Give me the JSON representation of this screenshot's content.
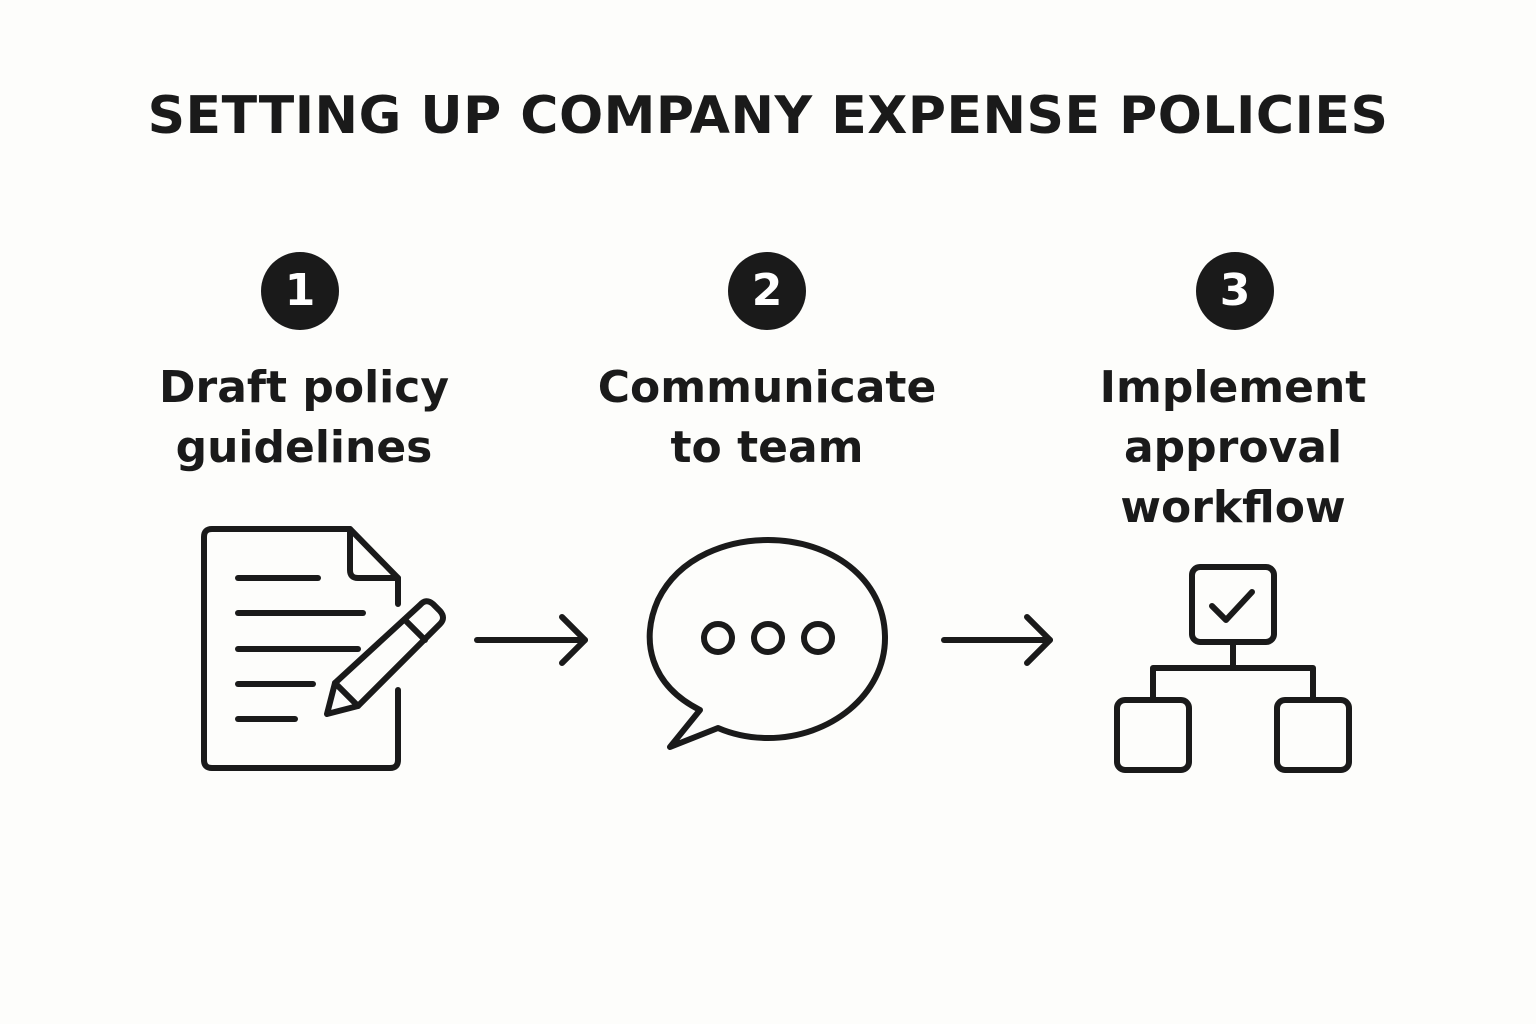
{
  "title": "SETTING UP COMPANY EXPENSE POLICIES",
  "colors": {
    "ink": "#1a1a1a",
    "background": "#fdfdfb",
    "badge_text": "#ffffff"
  },
  "steps": [
    {
      "number": "1",
      "lines": [
        "Draft policy",
        "guidelines"
      ],
      "icon": "document-pencil-icon"
    },
    {
      "number": "2",
      "lines": [
        "Communicate",
        "to team"
      ],
      "icon": "speech-bubble-icon"
    },
    {
      "number": "3",
      "lines": [
        "Implement",
        "approval",
        "workflow"
      ],
      "icon": "approval-workflow-icon"
    }
  ],
  "connectors": [
    "arrow-right-icon",
    "arrow-right-icon"
  ]
}
